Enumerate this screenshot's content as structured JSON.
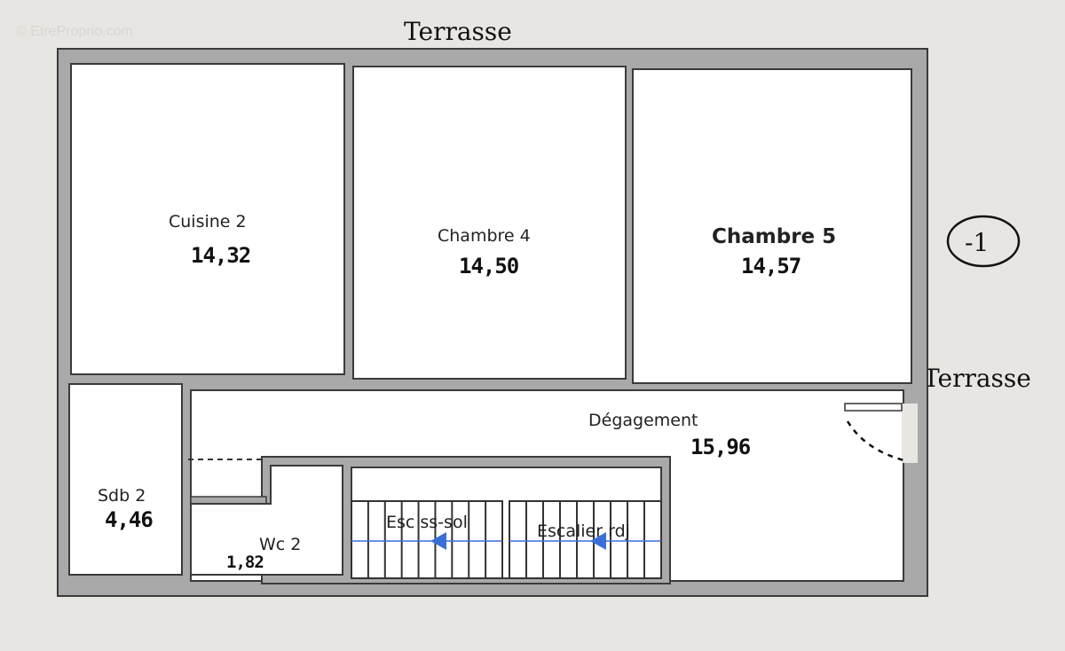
{
  "watermark": "© EtreProprio.com",
  "level_badge": "-1",
  "terraces": {
    "top": "Terrasse",
    "right": "Terrasse"
  },
  "colors": {
    "wall": "#a9a9a9",
    "wall_edge": "#3a3a3a",
    "floor": "#ffffff",
    "paper": "#e8e6e2",
    "stair_arrow": "#3a6fd8"
  },
  "rooms": [
    {
      "name": "Cuisine 2",
      "area": "14,32"
    },
    {
      "name": "Chambre 4",
      "area": "14,50"
    },
    {
      "name": "Chambre 5",
      "area": "14,57"
    },
    {
      "name": "Dégagement",
      "area": "15,96"
    },
    {
      "name": "Sdb 2",
      "area": "4,46"
    },
    {
      "name": "Wc 2",
      "area": "1,82"
    }
  ],
  "stairs": [
    {
      "label": "Esc ss-sol",
      "direction": "left"
    },
    {
      "label": "Escalier rdj",
      "direction": "left"
    }
  ]
}
